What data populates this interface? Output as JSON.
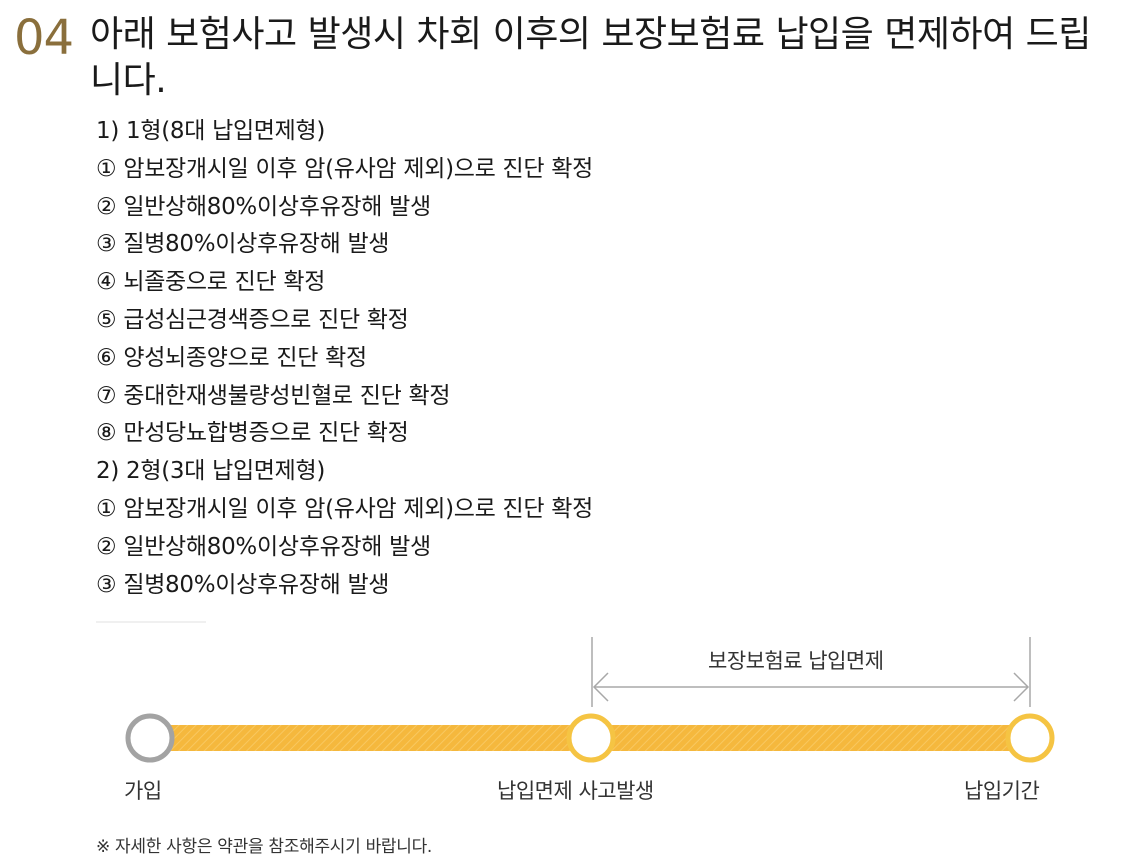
{
  "section": {
    "number": "04",
    "title": "아래 보험사고 발생시 차회 이후의 보장보험료 납입을 면제하여 드립니다."
  },
  "items": [
    "1) 1형(8대 납입면제형)",
    "① 암보장개시일 이후 암(유사암 제외)으로 진단 확정",
    "② 일반상해80%이상후유장해 발생",
    "③ 질병80%이상후유장해 발생",
    "④ 뇌졸중으로 진단 확정",
    "⑤ 급성심근경색증으로 진단 확정",
    "⑥ 양성뇌종양으로 진단 확정",
    "⑦ 중대한재생불량성빈혈로 진단 확정",
    "⑧ 만성당뇨합병증으로 진단 확정",
    "2) 2형(3대 납입면제형)",
    "① 암보장개시일 이후 암(유사암 제외)으로 진단 확정",
    "② 일반상해80%이상후유장해 발생",
    "③ 질병80%이상후유장해 발생"
  ],
  "timeline": {
    "range_label": "보장보험료 납입면제",
    "start_label": "가입",
    "event_label": "납입면제 사고발생",
    "end_label": "납입기간",
    "colors": {
      "bar": "#f5b83d",
      "node_outline": "#f5c443",
      "start_node_outline": "#9a9a9a",
      "arrow": "#9a9a9a"
    }
  },
  "footnote": "※ 자세한 사항은 약관을 참조해주시기 바랍니다."
}
